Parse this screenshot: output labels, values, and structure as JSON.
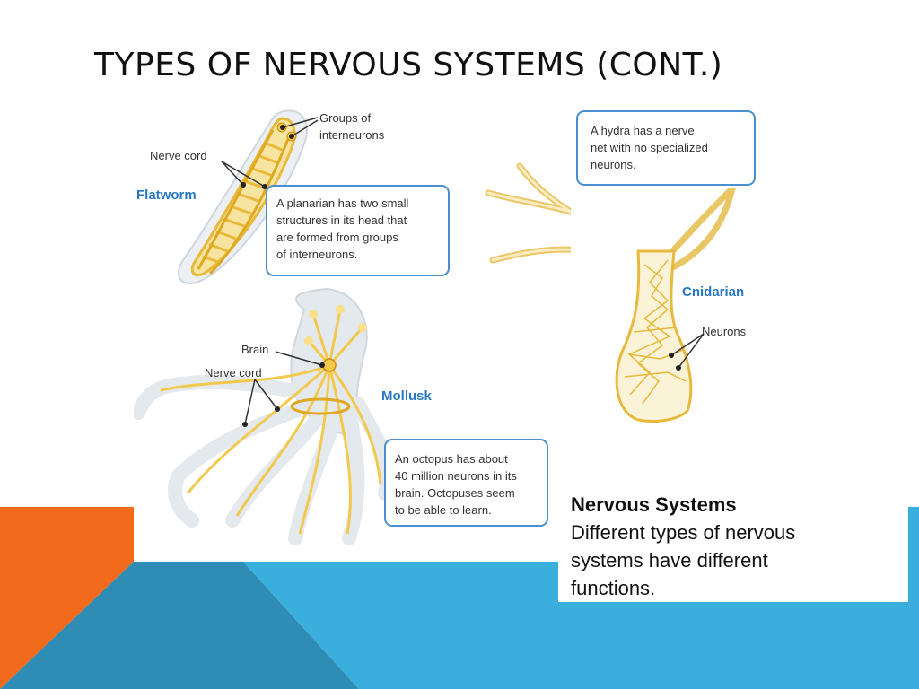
{
  "slide": {
    "title": "TYPES OF NERVOUS SYSTEMS (CONT.)",
    "colors": {
      "orange": "#f26b1d",
      "blue": "#3aaedc",
      "dark_blue": "#2f8db5",
      "label_blue": "#2a78c2",
      "callout_border": "#4a8fd0",
      "nerve_yellow": "#f2c94c"
    }
  },
  "flatworm": {
    "name": "Flatworm",
    "label_groups": "Groups of",
    "label_groups_2": "interneurons",
    "label_nerve_cord": "Nerve cord",
    "callout": [
      "A planarian has two small",
      "structures in its head that",
      "are formed from groups",
      "of interneurons."
    ]
  },
  "cnidarian": {
    "name": "Cnidarian",
    "label_neurons": "Neurons",
    "callout": [
      "A hydra has a nerve",
      "net with no specialized",
      "neurons."
    ]
  },
  "mollusk": {
    "name": "Mollusk",
    "label_brain": "Brain",
    "label_nerve_cord": "Nerve cord",
    "callout": [
      "An octopus has about",
      "40 million neurons in its",
      "brain. Octopuses seem",
      "to be able to learn."
    ]
  },
  "caption": {
    "title": "Nervous Systems",
    "body": "Different types of nervous systems have different functions."
  }
}
